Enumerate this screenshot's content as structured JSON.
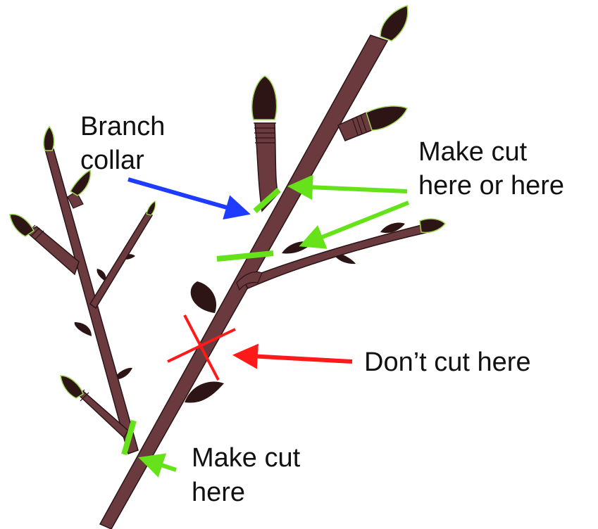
{
  "labels": {
    "branch_collar_line1": "Branch",
    "branch_collar_line2": "collar",
    "upper_cut_line1": "Make cut",
    "upper_cut_line2": "here or here",
    "dont_cut": "Don’t cut here",
    "lower_cut_line1": "Make cut",
    "lower_cut_line2": "here"
  },
  "colors": {
    "bark": "#6b3a3e",
    "bark_outline": "#2a1416",
    "bud": "#2e1515",
    "bud_edge": "#9fd65a",
    "cut_ok": "#66e21a",
    "cut_bad": "#ff1a1a",
    "arrow_collar": "#1e3cff"
  }
}
